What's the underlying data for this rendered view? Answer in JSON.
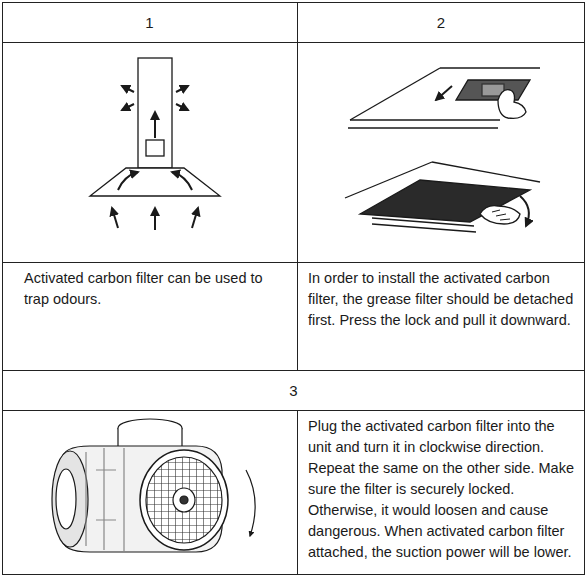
{
  "diagram": {
    "labels": [
      "1",
      "2",
      "Activated carbon filter can be used to trap odours.",
      "In order to install the activated carbon filter, the grease filter should be detached first. Press the lock and pull it downward.",
      "3",
      "Plug the activated carbon filter into the unit and turn it in clockwise direction. Repeat the same on the other side. Make sure the filter is securely locked. Otherwise, it would loosen and cause dangerous. When activated carbon filter attached, the suction power will be lower."
    ]
  }
}
